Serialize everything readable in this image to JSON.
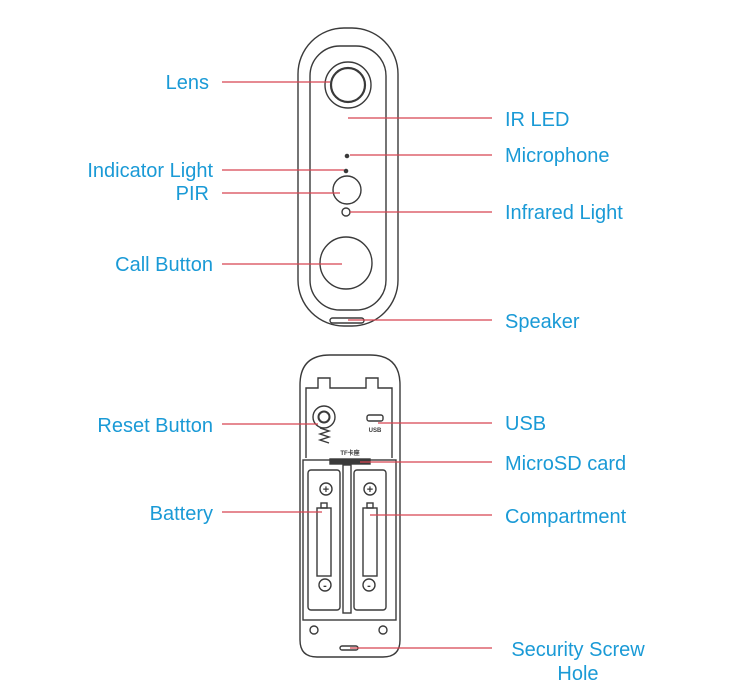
{
  "colors": {
    "label": "#1a9ad6",
    "leader": "#d64550",
    "outline": "#3a3a3a"
  },
  "front_labels": {
    "lens": "Lens",
    "ir_led": "IR LED",
    "indicator_light": "Indicator Light",
    "microphone": "Microphone",
    "pir": "PIR",
    "infrared_light": "Infrared Light",
    "call_button": "Call Button",
    "speaker": "Speaker"
  },
  "back_labels": {
    "reset_button": "Reset Button",
    "usb": "USB",
    "microsd_card": "MicroSD card",
    "battery": "Battery",
    "compartment": "Compartment",
    "security_screw_hole_line1": "Security Screw",
    "security_screw_hole_line2": "Hole"
  },
  "device_markings": {
    "usb": "USB",
    "tf": "TF卡座",
    "plus": "+",
    "minus": "-"
  }
}
